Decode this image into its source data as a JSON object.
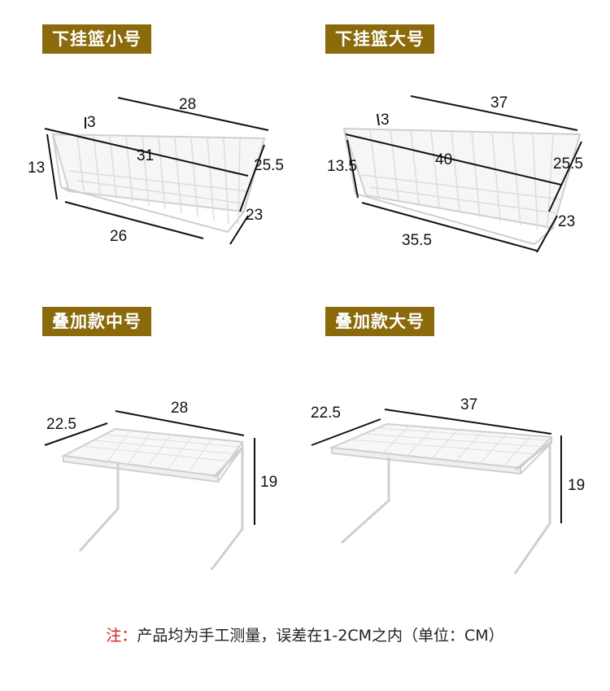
{
  "products": [
    {
      "title": "下挂篮小号",
      "dims": {
        "top": "28",
        "depth_top": "3",
        "diag": "31",
        "height": "13",
        "side": "25.5",
        "bottom": "26",
        "right": "23"
      }
    },
    {
      "title": "下挂篮大号",
      "dims": {
        "top": "37",
        "depth_top": "3",
        "diag": "40",
        "height": "13.5",
        "side": "25.5",
        "bottom": "35.5",
        "right": "23"
      }
    },
    {
      "title": "叠加款中号",
      "dims": {
        "width": "28",
        "depth": "22.5",
        "height": "19"
      }
    },
    {
      "title": "叠加款大号",
      "dims": {
        "width": "37",
        "depth": "22.5",
        "height": "19"
      }
    }
  ],
  "note": {
    "prefix": "注：",
    "text": "产品均为手工测量，误差在1-2CM之内（单位：CM）"
  }
}
